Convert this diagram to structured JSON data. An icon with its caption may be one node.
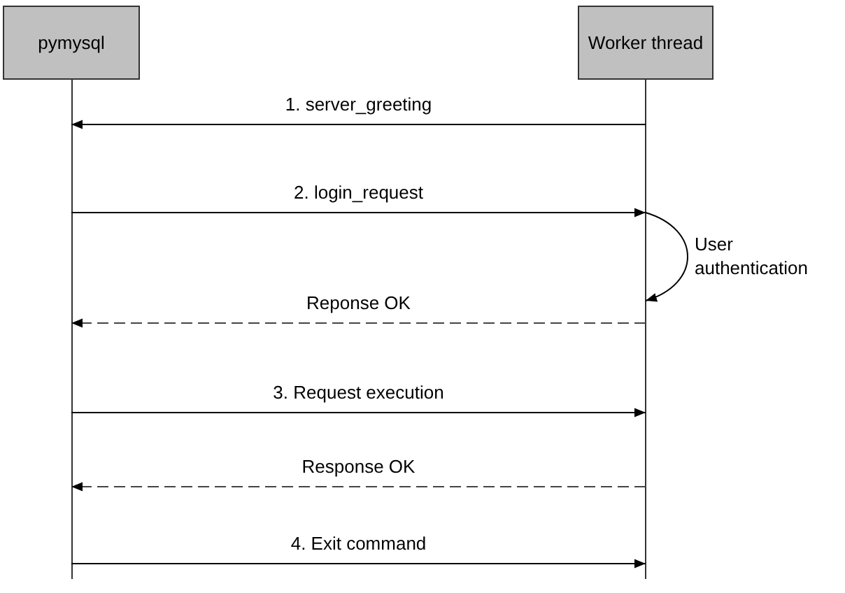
{
  "diagram": {
    "nodes": [
      {
        "text": [
          "pymysql"
        ]
      },
      {
        "text": [
          "Worker thread"
        ]
      }
    ],
    "edges": [
      {
        "from": 1,
        "to": 0,
        "arrow": "to",
        "label": "1.  server_greeting"
      },
      {
        "from": 0,
        "to": 1,
        "arrow": "to",
        "label": "2.  login_request"
      },
      {
        "from": 1,
        "to": 1,
        "arrow": "to",
        "label": "User authentication"
      },
      {
        "from": 1,
        "to": 0,
        "arrow": "to",
        "label": "Reponse OK",
        "style": "dashed"
      },
      {
        "from": 0,
        "to": 1,
        "arrow": "to",
        "label": "3. Request execution"
      },
      {
        "from": 1,
        "to": 0,
        "arrow": "to",
        "label": "Response OK",
        "style": "dashed"
      },
      {
        "from": 0,
        "to": 1,
        "arrow": "to",
        "label": "4. Exit command"
      }
    ]
  }
}
